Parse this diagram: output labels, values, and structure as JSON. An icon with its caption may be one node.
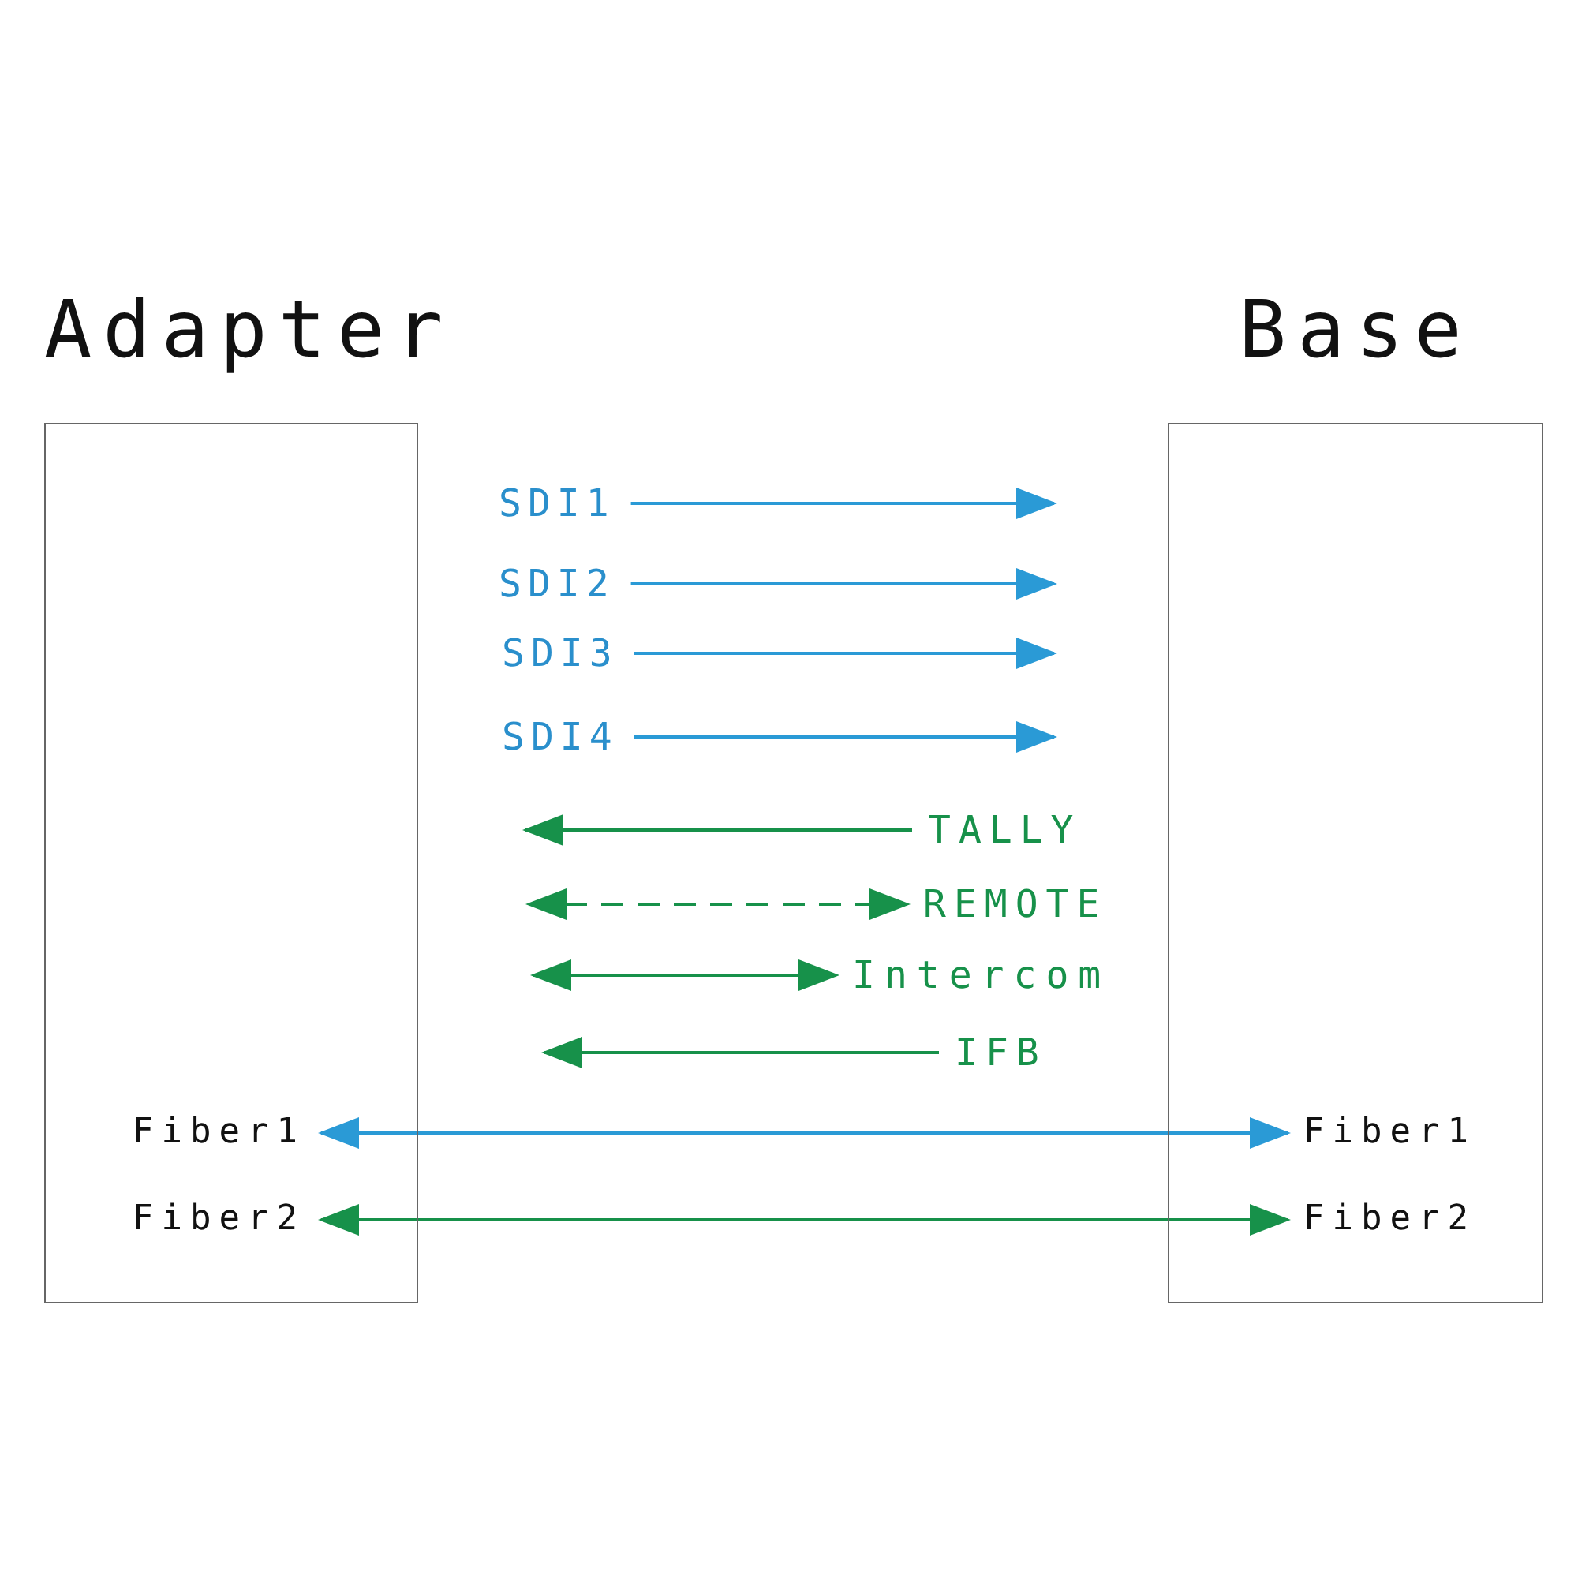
{
  "diagram": {
    "nodes": [
      {
        "text": [
          "Adapter"
        ]
      },
      {
        "text": [
          "Base"
        ]
      },
      {
        "text": [
          "SDI1"
        ]
      },
      {
        "text": [
          "SDI2"
        ]
      },
      {
        "text": [
          "SDI3"
        ]
      },
      {
        "text": [
          "SDI4"
        ]
      },
      {
        "text": [
          "TALLY"
        ]
      },
      {
        "text": [
          "REMOTE"
        ]
      },
      {
        "text": [
          "Intercom"
        ]
      },
      {
        "text": [
          "IFB"
        ]
      },
      {
        "text": [
          "Fiber1"
        ],
        "in": 0
      },
      {
        "text": [
          "Fiber1"
        ],
        "in": 1
      },
      {
        "text": [
          "Fiber2"
        ],
        "in": 0
      },
      {
        "text": [
          "Fiber2"
        ],
        "in": 1
      }
    ],
    "edges": [
      {
        "from": 2,
        "to": null,
        "arrow": "to",
        "color": "#2a9ad6"
      },
      {
        "from": 3,
        "to": null,
        "arrow": "to",
        "color": "#2a9ad6"
      },
      {
        "from": 4,
        "to": null,
        "arrow": "to",
        "color": "#2a9ad6"
      },
      {
        "from": 5,
        "to": null,
        "arrow": "to",
        "color": "#2a9ad6"
      },
      {
        "from": 6,
        "to": null,
        "arrow": "to",
        "color": "#17914a"
      },
      {
        "from": null,
        "to": 7,
        "arrow": "both",
        "style": "dashed",
        "color": "#17914a"
      },
      {
        "from": null,
        "to": 8,
        "arrow": "both",
        "color": "#17914a"
      },
      {
        "from": 9,
        "to": null,
        "arrow": "to",
        "color": "#17914a"
      },
      {
        "from": 10,
        "to": 11,
        "arrow": "both",
        "color": "#2a9ad6"
      },
      {
        "from": 12,
        "to": 13,
        "arrow": "both",
        "color": "#17914a"
      }
    ]
  }
}
